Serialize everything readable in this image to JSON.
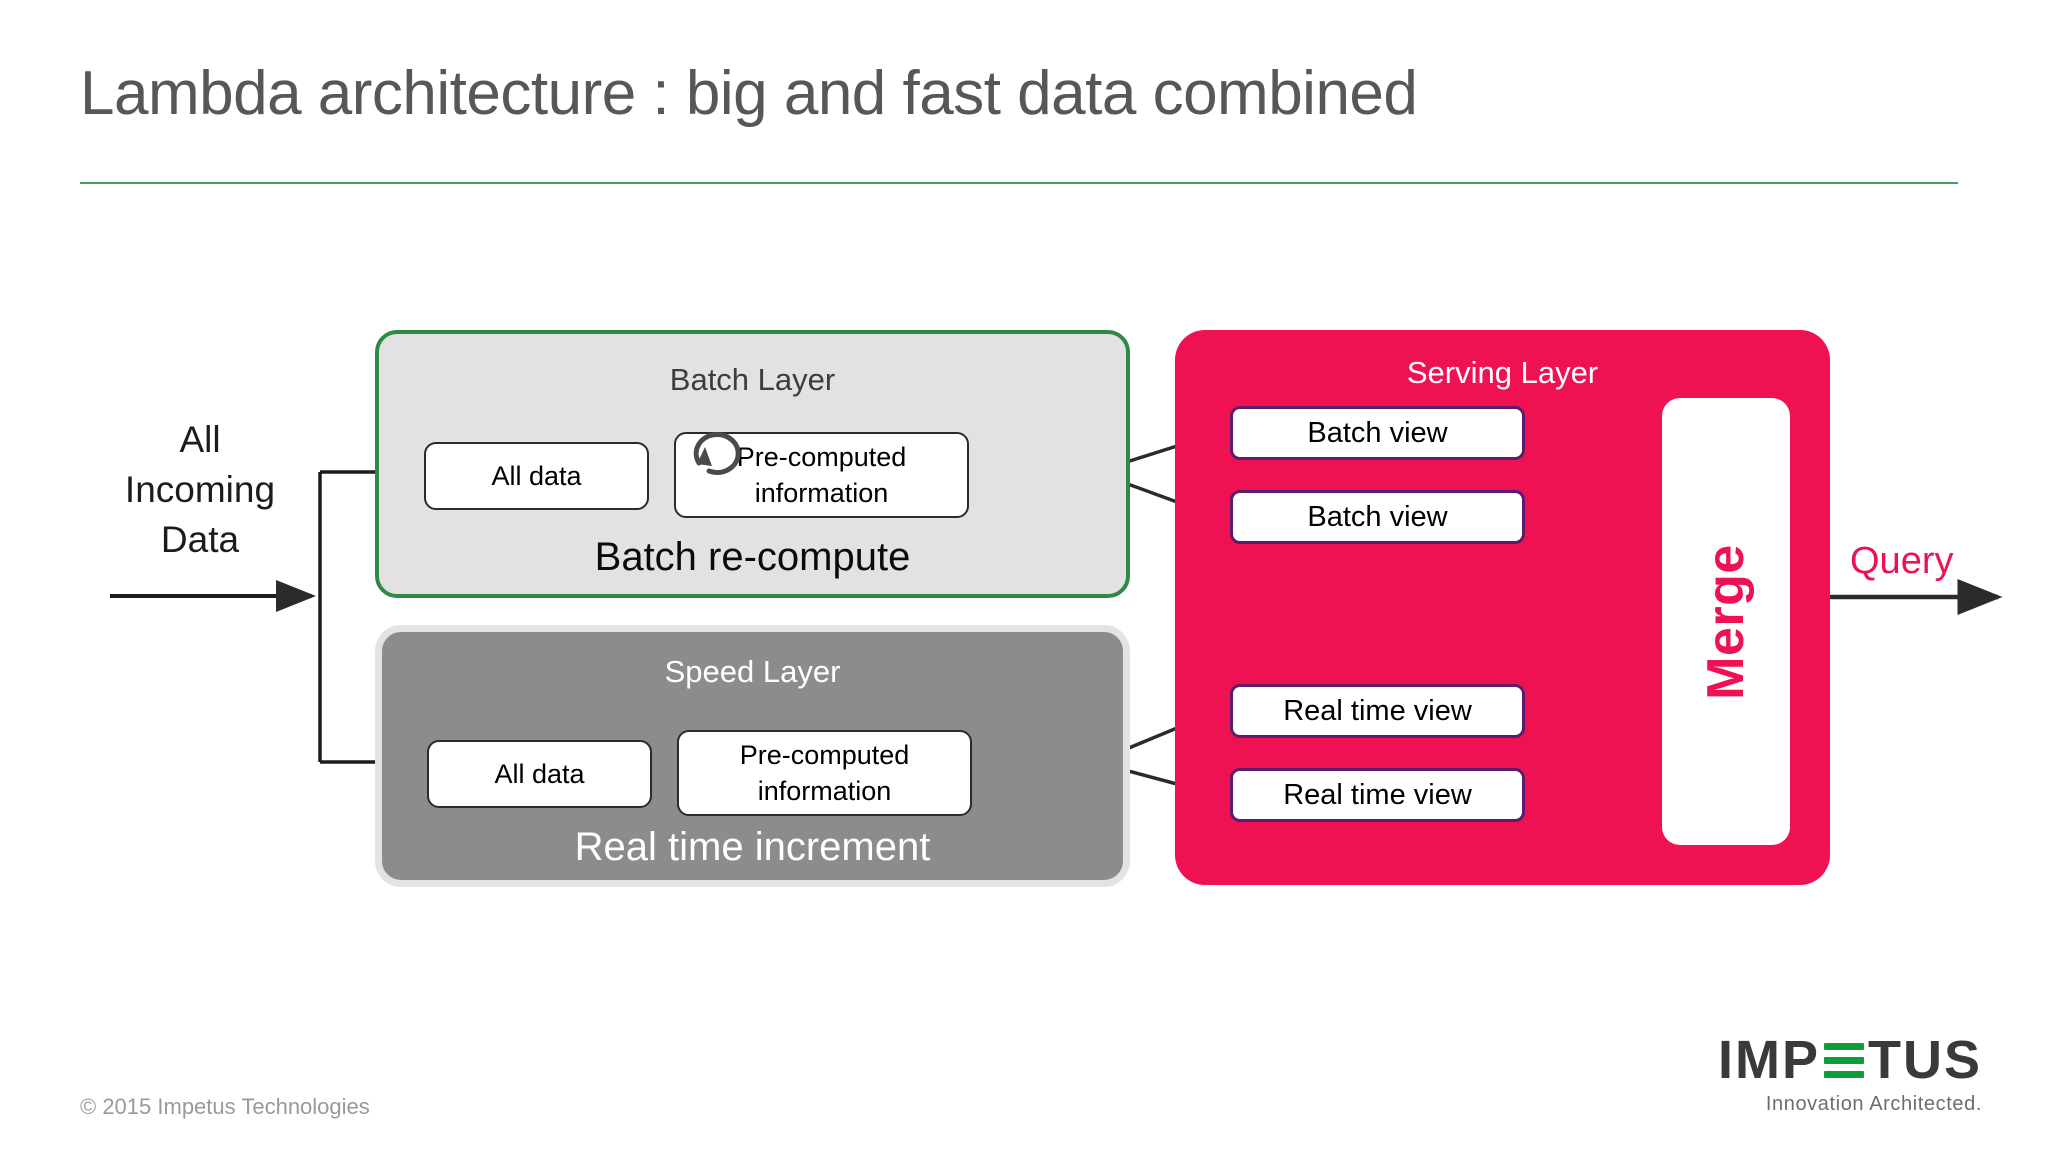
{
  "slide": {
    "title": "Lambda architecture : big and fast data combined",
    "accent_green": "#4d9a5f",
    "accent_pink": "#ee1253"
  },
  "input": {
    "label_line1": "All",
    "label_line2": "Incoming",
    "label_line3": "Data"
  },
  "batch_layer": {
    "title": "Batch Layer",
    "footer": "Batch re-compute",
    "border_color": "#2e8b42",
    "fill_color": "#e2e2e2",
    "nodes": [
      {
        "label": "All data"
      },
      {
        "label_line1": "Pre-computed",
        "label_line2": "information"
      }
    ],
    "loop_icon": "refresh-loop-icon"
  },
  "speed_layer": {
    "title": "Speed Layer",
    "footer": "Real time increment",
    "fill_color": "#8c8c8c",
    "nodes": [
      {
        "label": "All data"
      },
      {
        "label_line1": "Pre-computed",
        "label_line2": "information"
      }
    ]
  },
  "serving_layer": {
    "title": "Serving Layer",
    "fill_color": "#ee1253",
    "views": [
      {
        "label": "Batch view"
      },
      {
        "label": "Batch view"
      },
      {
        "label": "Real time view"
      },
      {
        "label": "Real time view"
      }
    ],
    "merge_label": "Merge",
    "query_label": "Query"
  },
  "footer": {
    "copyright": "© 2015 Impetus Technologies",
    "logo_part1": "IMP",
    "logo_part2": "TUS",
    "logo_tagline": "Innovation Architected."
  }
}
